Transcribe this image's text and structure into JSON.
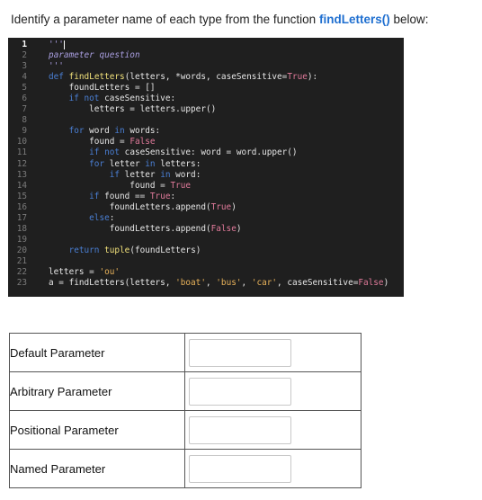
{
  "question": {
    "prefix": "Identify a parameter name of each type from the function ",
    "function_name": "findLetters()",
    "suffix": " below:"
  },
  "editor": {
    "line_numbers": [
      "1",
      "2",
      "3",
      "4",
      "5",
      "6",
      "7",
      "8",
      "9",
      "10",
      "11",
      "12",
      "13",
      "14",
      "15",
      "16",
      "17",
      "18",
      "19",
      "20",
      "21",
      "22",
      "23"
    ],
    "active_line": "1"
  },
  "answers": {
    "rows": [
      {
        "label": "Default Parameter",
        "value": ""
      },
      {
        "label": "Arbitrary Parameter",
        "value": ""
      },
      {
        "label": "Positional Parameter",
        "value": ""
      },
      {
        "label": "Named Parameter",
        "value": ""
      }
    ]
  }
}
